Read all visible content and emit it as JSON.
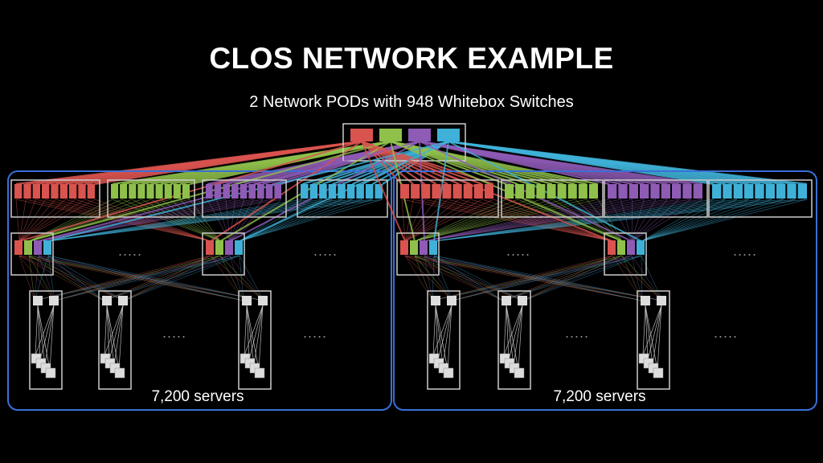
{
  "slide": {
    "title": "CLOS NETWORK EXAMPLE",
    "subtitle": "2 Network PODs with 948 Whitebox Switches"
  },
  "colors": {
    "background": "#000000",
    "red": "#d9534f",
    "green": "#8fc14a",
    "purple": "#8e5bb5",
    "blue": "#3fb1d8",
    "pod_border": "#3a6fd8",
    "group_border": "#cccccc",
    "server": "#dddddd"
  },
  "pods": [
    {
      "label": "7,200 servers",
      "ellipsis": "....."
    },
    {
      "label": "7,200 servers",
      "ellipsis": "....."
    }
  ],
  "spine": {
    "colors": [
      "red",
      "green",
      "purple",
      "blue"
    ]
  },
  "superspine_groups": [
    "red",
    "green",
    "purple",
    "blue"
  ]
}
